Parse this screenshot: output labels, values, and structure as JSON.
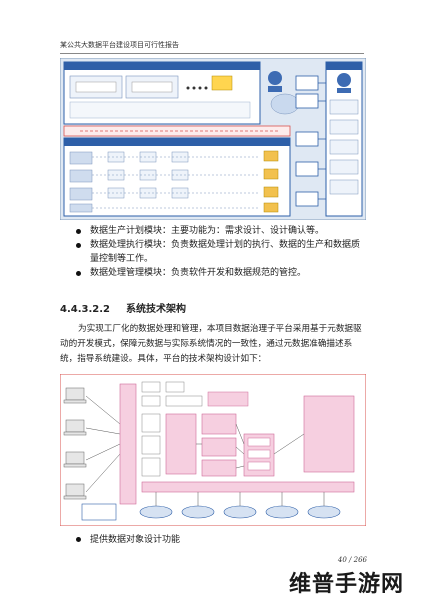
{
  "header": {
    "title": "某公共大数据平台建设项目可行性报告"
  },
  "bullets_top": [
    "数据生产计划模块：主要功能为：需求设计、设计确认等。",
    "数据处理执行模块：负责数据处理计划的执行、数据的生产和数据质量控制等工作。",
    "数据处理管理模块：负责软件开发和数据规范的管控。"
  ],
  "section": {
    "number": "4.4.3.2.2",
    "title": "系统技术架构"
  },
  "paragraph": "为实现工厂化的数据处理和管理，本项目数据治理子平台采用基于元数据驱动的开发模式，保障元数据与实际系统情况的一致性，通过元数据准确描述系统，指导系统建设。具体，平台的技术架构设计如下：",
  "bullet_bottom": "提供数据对象设计功能",
  "page_number": "40 / 266",
  "watermark": "维普手游网",
  "colors": {
    "accent_blue": "#2e5fa8",
    "red": "#d9534f",
    "figure_bg": "#dfe8f3",
    "pink": "#f6cfe0"
  }
}
